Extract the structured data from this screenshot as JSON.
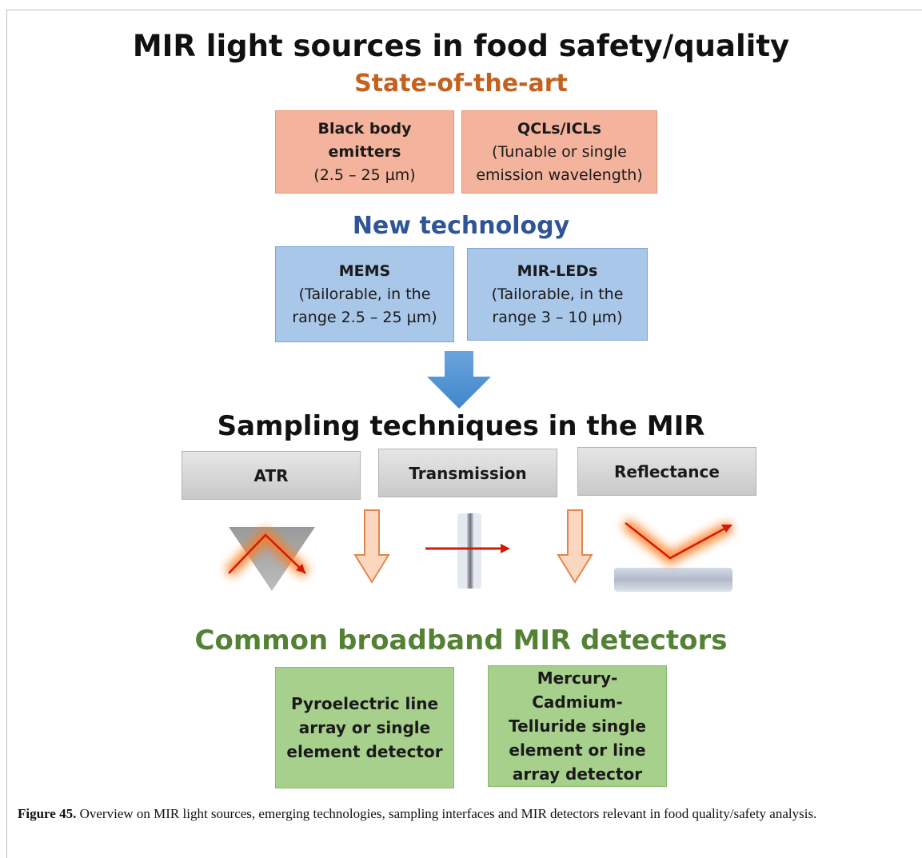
{
  "title": "MIR light sources in food safety/quality",
  "state_of_art": {
    "heading": "State-of-the-art",
    "color": "#c5611e",
    "boxes": [
      {
        "title": "Black body",
        "line2": "emitters",
        "line3": "(2.5 – 25 µm)"
      },
      {
        "title": "QCLs/ICLs",
        "line2": "(Tunable or single",
        "line3": "emission wavelength)"
      }
    ]
  },
  "new_technology": {
    "heading": "New technology",
    "color": "#2f5597",
    "boxes": [
      {
        "title": "MEMS",
        "line2": "(Tailorable, in the",
        "line3": "range 2.5 – 25 µm)"
      },
      {
        "title": "MIR-LEDs",
        "line2": "(Tailorable, in the",
        "line3": "range 3 – 10 µm)"
      }
    ]
  },
  "sampling": {
    "heading": "Sampling techniques in the MIR",
    "color": "#111111",
    "techniques": [
      "ATR",
      "Transmission",
      "Reflectance"
    ]
  },
  "detectors": {
    "heading": "Common broadband MIR detectors",
    "color": "#548235",
    "boxes": [
      {
        "lines": [
          "Pyroelectric line",
          "array or single",
          "element detector"
        ]
      },
      {
        "lines": [
          "Mercury-",
          "Cadmium-",
          "Telluride single",
          "element or line",
          "array detector"
        ]
      }
    ]
  },
  "caption": {
    "label": "Figure 45.",
    "text": "Overview on MIR light sources, emerging technologies, sampling interfaces and MIR detectors relevant in food quality/safety analysis."
  },
  "icons": [
    "down-arrow-icon",
    "atr-prism-icon",
    "transmission-sample-icon",
    "reflectance-surface-icon",
    "flow-arrow-icon"
  ]
}
